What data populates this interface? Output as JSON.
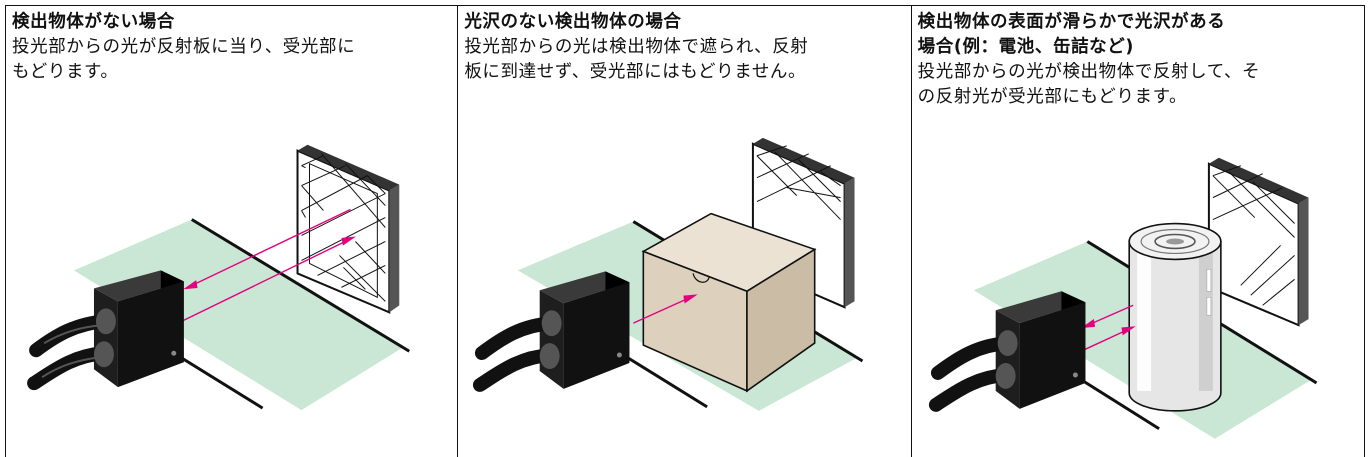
{
  "panels": [
    {
      "title_lines": [
        "検出物体がない場合"
      ],
      "body_lines": [
        "投光部からの光が反射板に当り、受光部に",
        "もどります。"
      ]
    },
    {
      "title_lines": [
        "光沢のない検出物体の場合"
      ],
      "body_lines": [
        "投光部からの光は検出物体で遮られ、反射",
        "板に到達せず、受光部にはもどりません。"
      ]
    },
    {
      "title_lines": [
        "検出物体の表面が滑らかで光沢がある",
        "場合(例：電池、缶詰など)"
      ],
      "body_lines": [
        "投光部からの光が検出物体で反射して、そ",
        "の反射光が受光部にもどります。"
      ]
    }
  ],
  "colors": {
    "floor": "#c9e7d4",
    "beam": "#e4007f",
    "sensor": "#1e1e1e",
    "box": "#ddd1bd",
    "can": "#e6e6e6",
    "outline": "#111111"
  },
  "icons": [
    "photoelectric-sensor-icon",
    "reflector-panel-icon",
    "cardboard-box-icon",
    "tin-can-icon"
  ]
}
